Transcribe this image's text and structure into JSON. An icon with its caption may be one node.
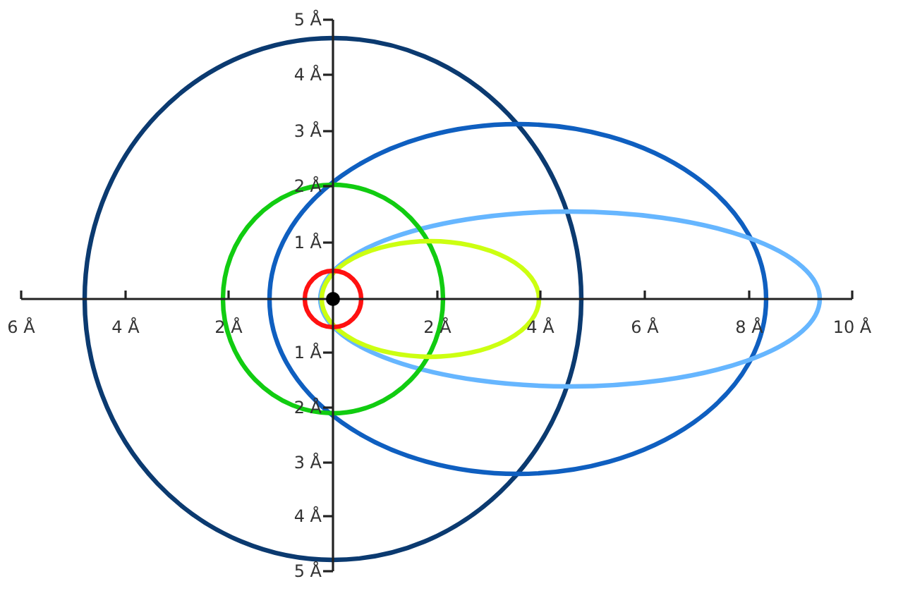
{
  "diagram": {
    "labels": [
      "5 Å",
      "4 Å",
      "3 Å",
      "2 Å",
      "1 Å",
      "6 Å",
      "4 Å",
      "2 Å",
      "2 Å",
      "4 Å",
      "6 Å",
      "8 Å",
      "10 Å",
      "1 Å",
      "2 Å",
      "3 Å",
      "4 Å",
      "5 Å"
    ]
  }
}
